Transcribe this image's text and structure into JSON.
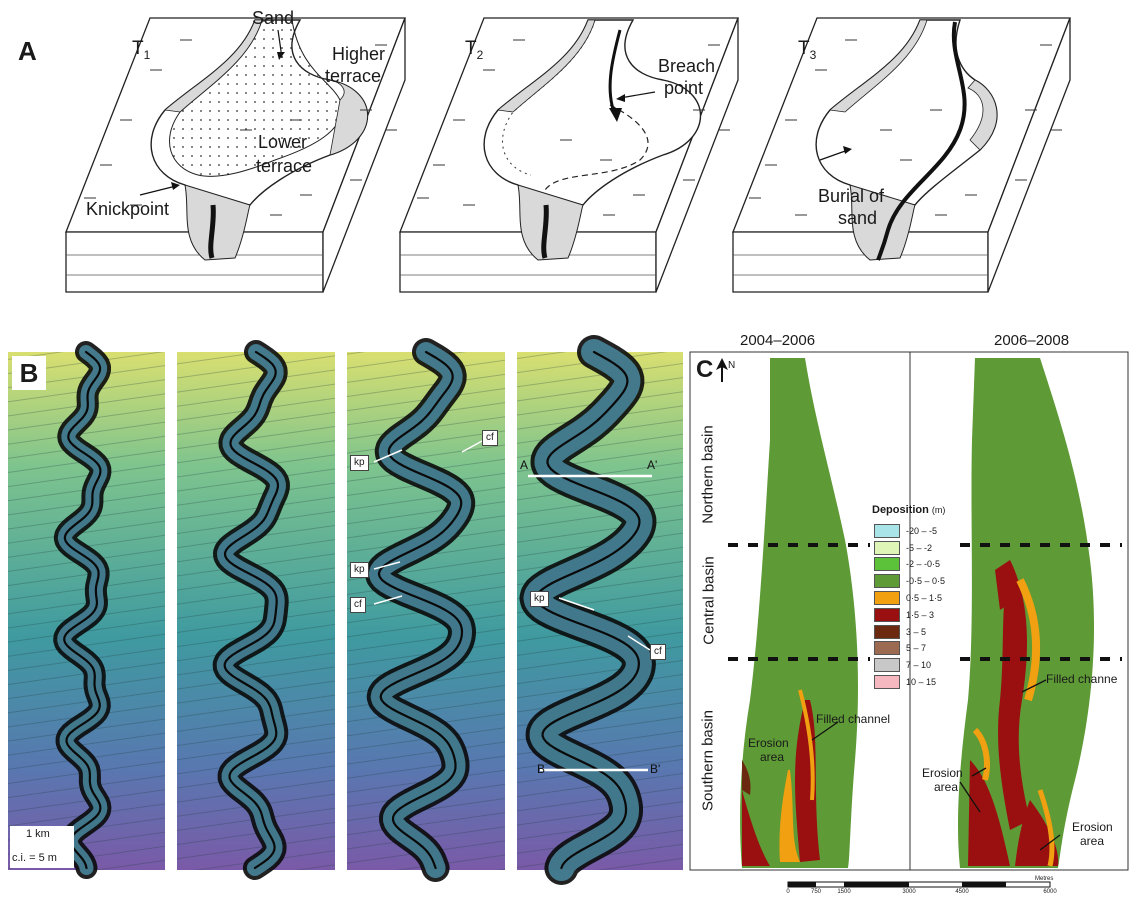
{
  "panel_a": {
    "label": "A",
    "blocks": [
      {
        "time": "T",
        "sub": "1",
        "labels": {
          "sand": "Sand",
          "higher1": "Higher",
          "higher2": "terrace",
          "lower1": "Lower",
          "lower2": "terrace",
          "knick": "Knickpoint"
        }
      },
      {
        "time": "T",
        "sub": "2",
        "labels": {
          "breach1": "Breach",
          "breach2": "point"
        }
      },
      {
        "time": "T",
        "sub": "3",
        "labels": {
          "burial1": "Burial of",
          "burial2": "sand"
        }
      }
    ]
  },
  "panel_b": {
    "label": "B",
    "annotations": {
      "kp": "kp",
      "cf": "cf",
      "a": "A",
      "a_prime": "A'",
      "b": "B",
      "b_prime": "B'"
    },
    "scale_bar": "1 km",
    "contour_interval": "c.i. = 5 m"
  },
  "panel_c": {
    "label": "C",
    "north": "N",
    "periods": [
      "2004–2006",
      "2006–2008"
    ],
    "basins": [
      "Northern basin",
      "Central basin",
      "Southern basin"
    ],
    "legend_title": "Deposition",
    "legend_unit": "(m)",
    "legend": [
      {
        "range": "-20 – -5",
        "color": "#a8e4e8"
      },
      {
        "range": "-5 – -2",
        "color": "#dff5b8"
      },
      {
        "range": "-2 – -0·5",
        "color": "#5cc23a"
      },
      {
        "range": "-0·5 – 0·5",
        "color": "#5e9a35"
      },
      {
        "range": "0·5 – 1·5",
        "color": "#f0a010"
      },
      {
        "range": "1·5 – 3",
        "color": "#9a1010"
      },
      {
        "range": "3 – 5",
        "color": "#6b2a10"
      },
      {
        "range": "5 – 7",
        "color": "#9b6a50"
      },
      {
        "range": "7 – 10",
        "color": "#c8c8c8"
      },
      {
        "range": "10 – 15",
        "color": "#f5b8c0"
      }
    ],
    "annotations": {
      "filled_channel_left": "Filled channel",
      "filled_channel_right": "Filled channe",
      "erosion_left_1": "Erosion",
      "erosion_left_2": "area",
      "erosion_right_1": "Erosion",
      "erosion_right_2": "area",
      "erosion_br_1": "Erosion",
      "erosion_br_2": "area"
    },
    "scale": {
      "ticks": [
        "0",
        "750",
        "1500",
        "3000",
        "4500",
        "6000"
      ],
      "unit": "Metres"
    }
  }
}
